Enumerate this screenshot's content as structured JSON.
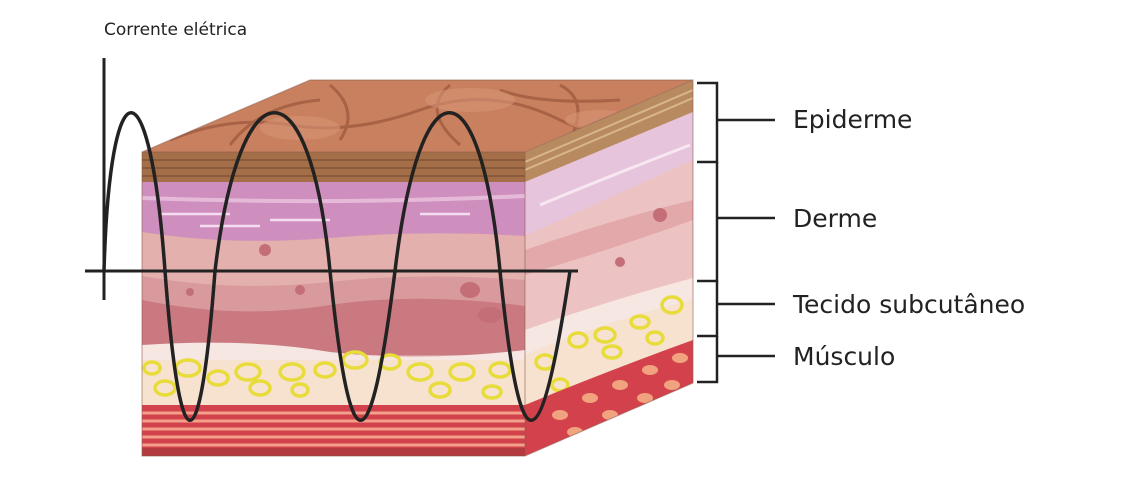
{
  "diagram": {
    "current_label": "Corrente elétrica",
    "layers": [
      {
        "id": "epidermis",
        "label": "Epiderme"
      },
      {
        "id": "dermis",
        "label": "Derme"
      },
      {
        "id": "subcutaneous",
        "label": "Tecido subcutâneo"
      },
      {
        "id": "muscle",
        "label": "Músculo"
      }
    ],
    "colors": {
      "skin_top": "#c9805e",
      "epidermis": "#a46f48",
      "purple_band": "#cf8fbe",
      "dermis": "#d89a9c",
      "fat_cells": "#e8dc3a",
      "muscle": "#d3424c",
      "wave": "#222222"
    }
  }
}
